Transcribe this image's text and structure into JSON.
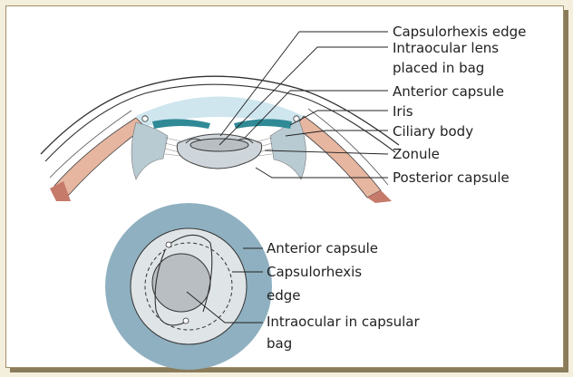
{
  "colors": {
    "aqueous": "#cfe6ef",
    "iris": "#2f8a96",
    "ciliary": "#b8cad2",
    "sclera": "#e6b6a0",
    "lens": "#cfd6db",
    "bag_outer": "#8fb0c0",
    "bag_inner": "#dfe4e7",
    "optic": "#b9bec2"
  },
  "top_labels": [
    "Capsulorhexis edge",
    "Intraocular lens",
    "placed in bag",
    "Anterior capsule",
    "Iris",
    "Ciliary body",
    "Zonule",
    "Posterior capsule"
  ],
  "bottom_labels": [
    "Anterior capsule",
    "Capsulorhexis",
    "edge",
    "Intraocular in capsular",
    "bag"
  ]
}
